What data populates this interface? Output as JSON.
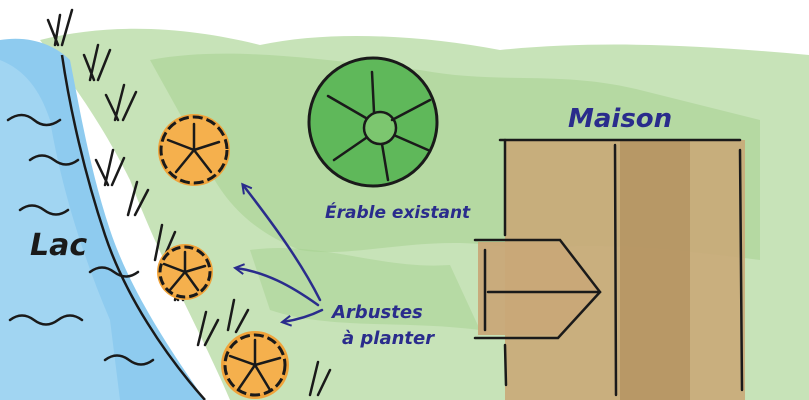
{
  "labels": {
    "lake": "Lac",
    "house": "Maison",
    "maple": "Érable existant",
    "shrubs_line1": "Arbustes",
    "shrubs_line2": "à planter"
  },
  "colors": {
    "water": "#8ecbef",
    "lawn": "#b9dca6",
    "maple_fill": "#5fb85a",
    "shrub_fill": "#f0a33a",
    "house_fill": "#c9a878",
    "label_ink": "#2a2c8c",
    "line_ink": "#1a1a1a"
  }
}
